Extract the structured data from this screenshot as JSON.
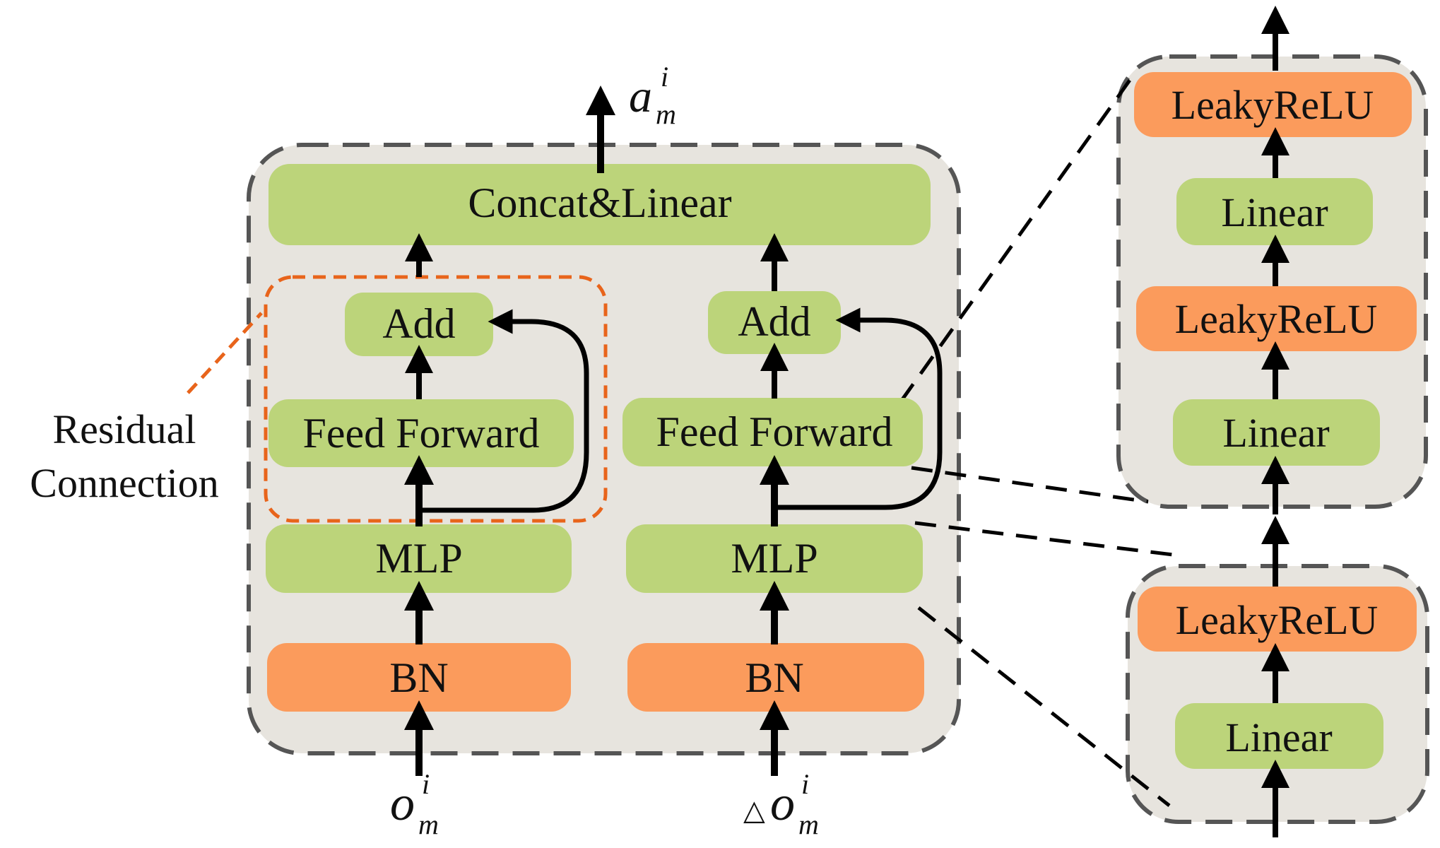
{
  "main": {
    "output_label": {
      "base": "a",
      "sup": "i",
      "sub": "m"
    },
    "concat_label": "Concat&Linear",
    "left": {
      "add": "Add",
      "ff": "Feed Forward",
      "mlp": "MLP",
      "bn": "BN",
      "input": {
        "base": "o",
        "sup": "i",
        "sub": "m"
      }
    },
    "right": {
      "add": "Add",
      "ff": "Feed Forward",
      "mlp": "MLP",
      "bn": "BN",
      "input": {
        "prefix": "△",
        "base": "o",
        "sup": "i",
        "sub": "m"
      }
    }
  },
  "annotation": {
    "line1": "Residual",
    "line2": "Connection"
  },
  "ff_detail": {
    "leaky_top": "LeakyReLU",
    "linear_top": "Linear",
    "leaky_mid": "LeakyReLU",
    "linear_bottom": "Linear"
  },
  "mlp_detail": {
    "leaky": "LeakyReLU",
    "linear": "Linear"
  },
  "colors": {
    "green": "#bcd47a",
    "orange": "#fb9b5c",
    "panel": "#e7e4de",
    "panel_border": "#555555",
    "residual_dash": "#e8641b",
    "arrow": "#000000"
  }
}
